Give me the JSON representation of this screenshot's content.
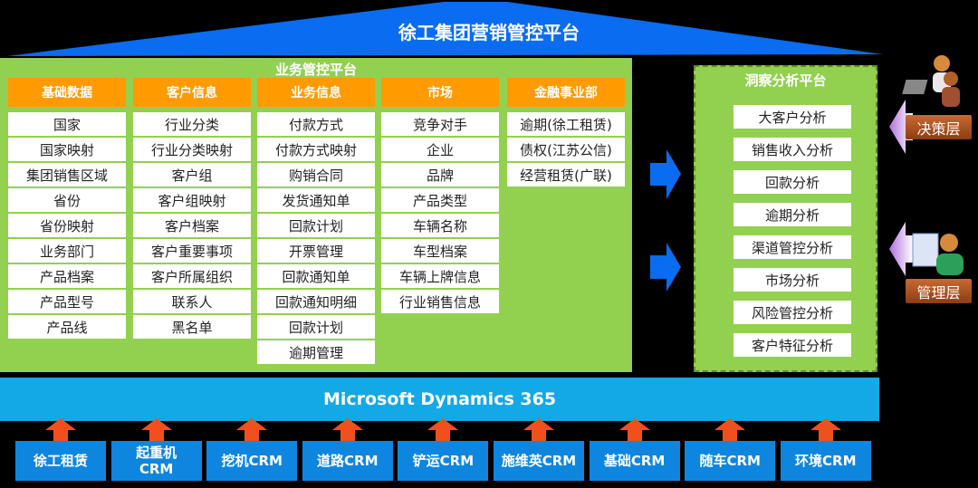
{
  "title": "徐工集团营销管控平台",
  "business_platform": {
    "title": "业务管控平台",
    "columns": [
      {
        "header": "基础数据",
        "items": [
          "国家",
          "国家映射",
          "集团销售区域",
          "省份",
          "省份映射",
          "业务部门",
          "产品档案",
          "产品型号",
          "产品线"
        ]
      },
      {
        "header": "客户信息",
        "items": [
          "行业分类",
          "行业分类映射",
          "客户组",
          "客户组映射",
          "客户档案",
          "客户重要事项",
          "客户所属组织",
          "联系人",
          "黑名单"
        ]
      },
      {
        "header": "业务信息",
        "items": [
          "付款方式",
          "付款方式映射",
          "购销合同",
          "发货通知单",
          "回款计划",
          "开票管理",
          "回款通知单",
          "回款通知明细",
          "回款计划",
          "逾期管理"
        ]
      },
      {
        "header": "市场",
        "items": [
          "竞争对手",
          "企业",
          "品牌",
          "产品类型",
          "车辆名称",
          "车型档案",
          "车辆上牌信息",
          "行业销售信息"
        ]
      },
      {
        "header": "金融事业部",
        "items": [
          "逾期(徐工租赁)",
          "债权(江苏公信)",
          "经营租赁(广联)"
        ]
      }
    ]
  },
  "insight_platform": {
    "title": "洞察分析平台",
    "items": [
      "大客户分析",
      "销售收入分析",
      "回款分析",
      "逾期分析",
      "渠道管控分析",
      "市场分析",
      "风险管控分析",
      "客户特征分析"
    ]
  },
  "roles": [
    "决策层",
    "管理层"
  ],
  "base_platform": "Microsoft Dynamics 365",
  "systems": [
    "徐工租赁",
    "起重机\nCRM",
    "挖机CRM",
    "道路CRM",
    "铲运CRM",
    "施维英CRM",
    "基础CRM",
    "随车CRM",
    "环境CRM"
  ],
  "colors": {
    "roof": "#0a6cf0",
    "green": "#92d050",
    "orange": "#ff9a00",
    "dynamics": "#12a9e6",
    "system": "#0e86e0",
    "up_arrow": "#f0501e"
  }
}
